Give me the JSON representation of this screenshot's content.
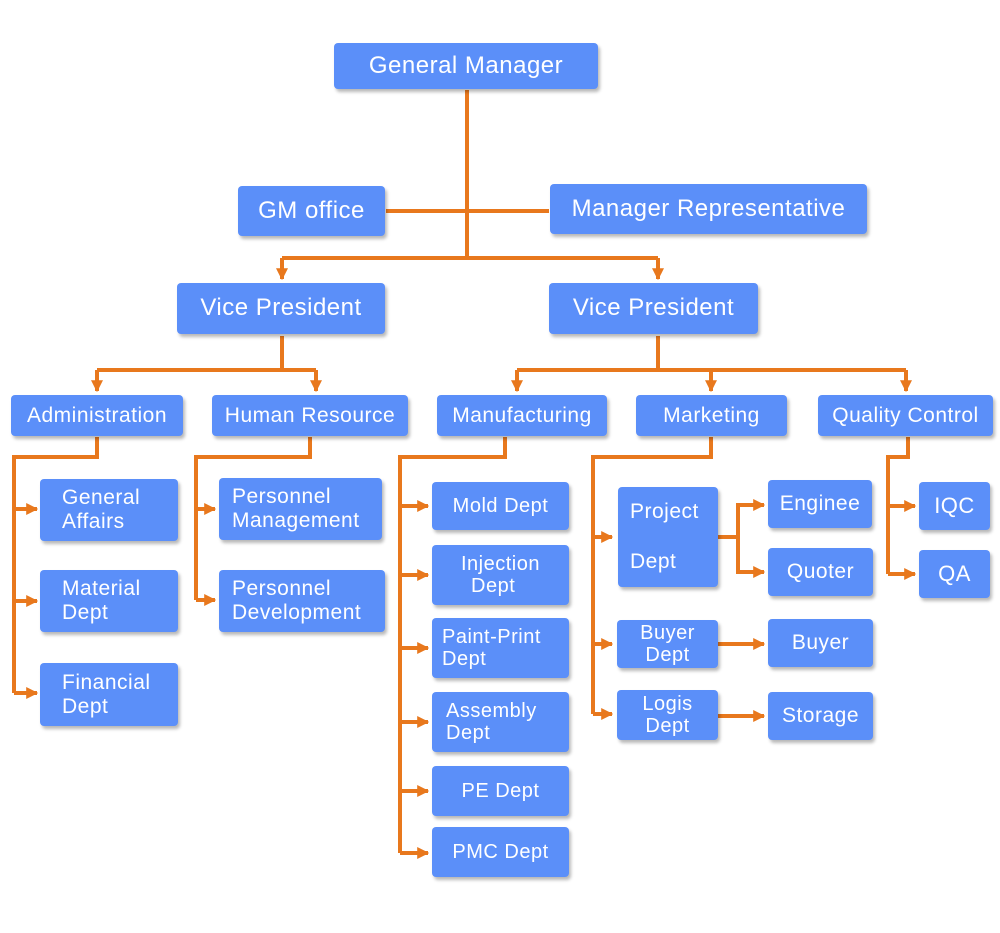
{
  "title": "General Manager",
  "gm_office": "GM office",
  "manager_rep": "Manager Representative",
  "vp_left": "Vice President",
  "vp_right": "Vice President",
  "departments": {
    "administration": "Administration",
    "human_resource": "Human Resource",
    "manufacturing": "Manufacturing",
    "marketing": "Marketing",
    "quality_control": "Quality Control"
  },
  "admin_units": [
    [
      "General",
      "Affairs"
    ],
    [
      "Material",
      "Dept"
    ],
    [
      "Financial",
      "Dept"
    ]
  ],
  "hr_units": [
    [
      "Personnel",
      "Management"
    ],
    [
      "Personnel",
      "Development"
    ]
  ],
  "mfg_units": {
    "mold": "Mold Dept",
    "injection": [
      "Injection",
      "Dept"
    ],
    "paint_print": [
      "Paint-Print",
      "Dept"
    ],
    "assembly": [
      "Assembly",
      "Dept"
    ],
    "pe": "PE Dept",
    "pmc": "PMC Dept"
  },
  "mkt_units": {
    "project": [
      "Project",
      "Dept"
    ],
    "buyer_dept": [
      "Buyer",
      "Dept"
    ],
    "logis_dept": [
      "Logis",
      "Dept"
    ],
    "engineer": "Enginee",
    "quoter": "Quoter",
    "buyer": "Buyer",
    "storage": "Storage"
  },
  "qc_units": {
    "iqc": "IQC",
    "qa": "QA"
  },
  "colors": {
    "box": "#5b8ff9",
    "connector": "#e8781d",
    "text": "#ffffff"
  }
}
